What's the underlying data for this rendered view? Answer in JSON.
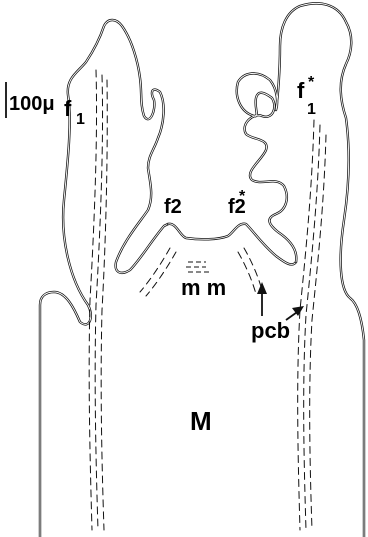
{
  "labels": {
    "scale": "100μ",
    "f1": "f",
    "f1_sub": "1",
    "f1_star": "f",
    "f1_star_sub": "1",
    "f1_star_mark": "*",
    "f2": "f2",
    "f2_star": "f2",
    "f2_star_mark": "*",
    "mm": "m m",
    "pcb": "pcb",
    "M": "M"
  },
  "colors": {
    "ink": "#111111",
    "background": "#ffffff"
  }
}
